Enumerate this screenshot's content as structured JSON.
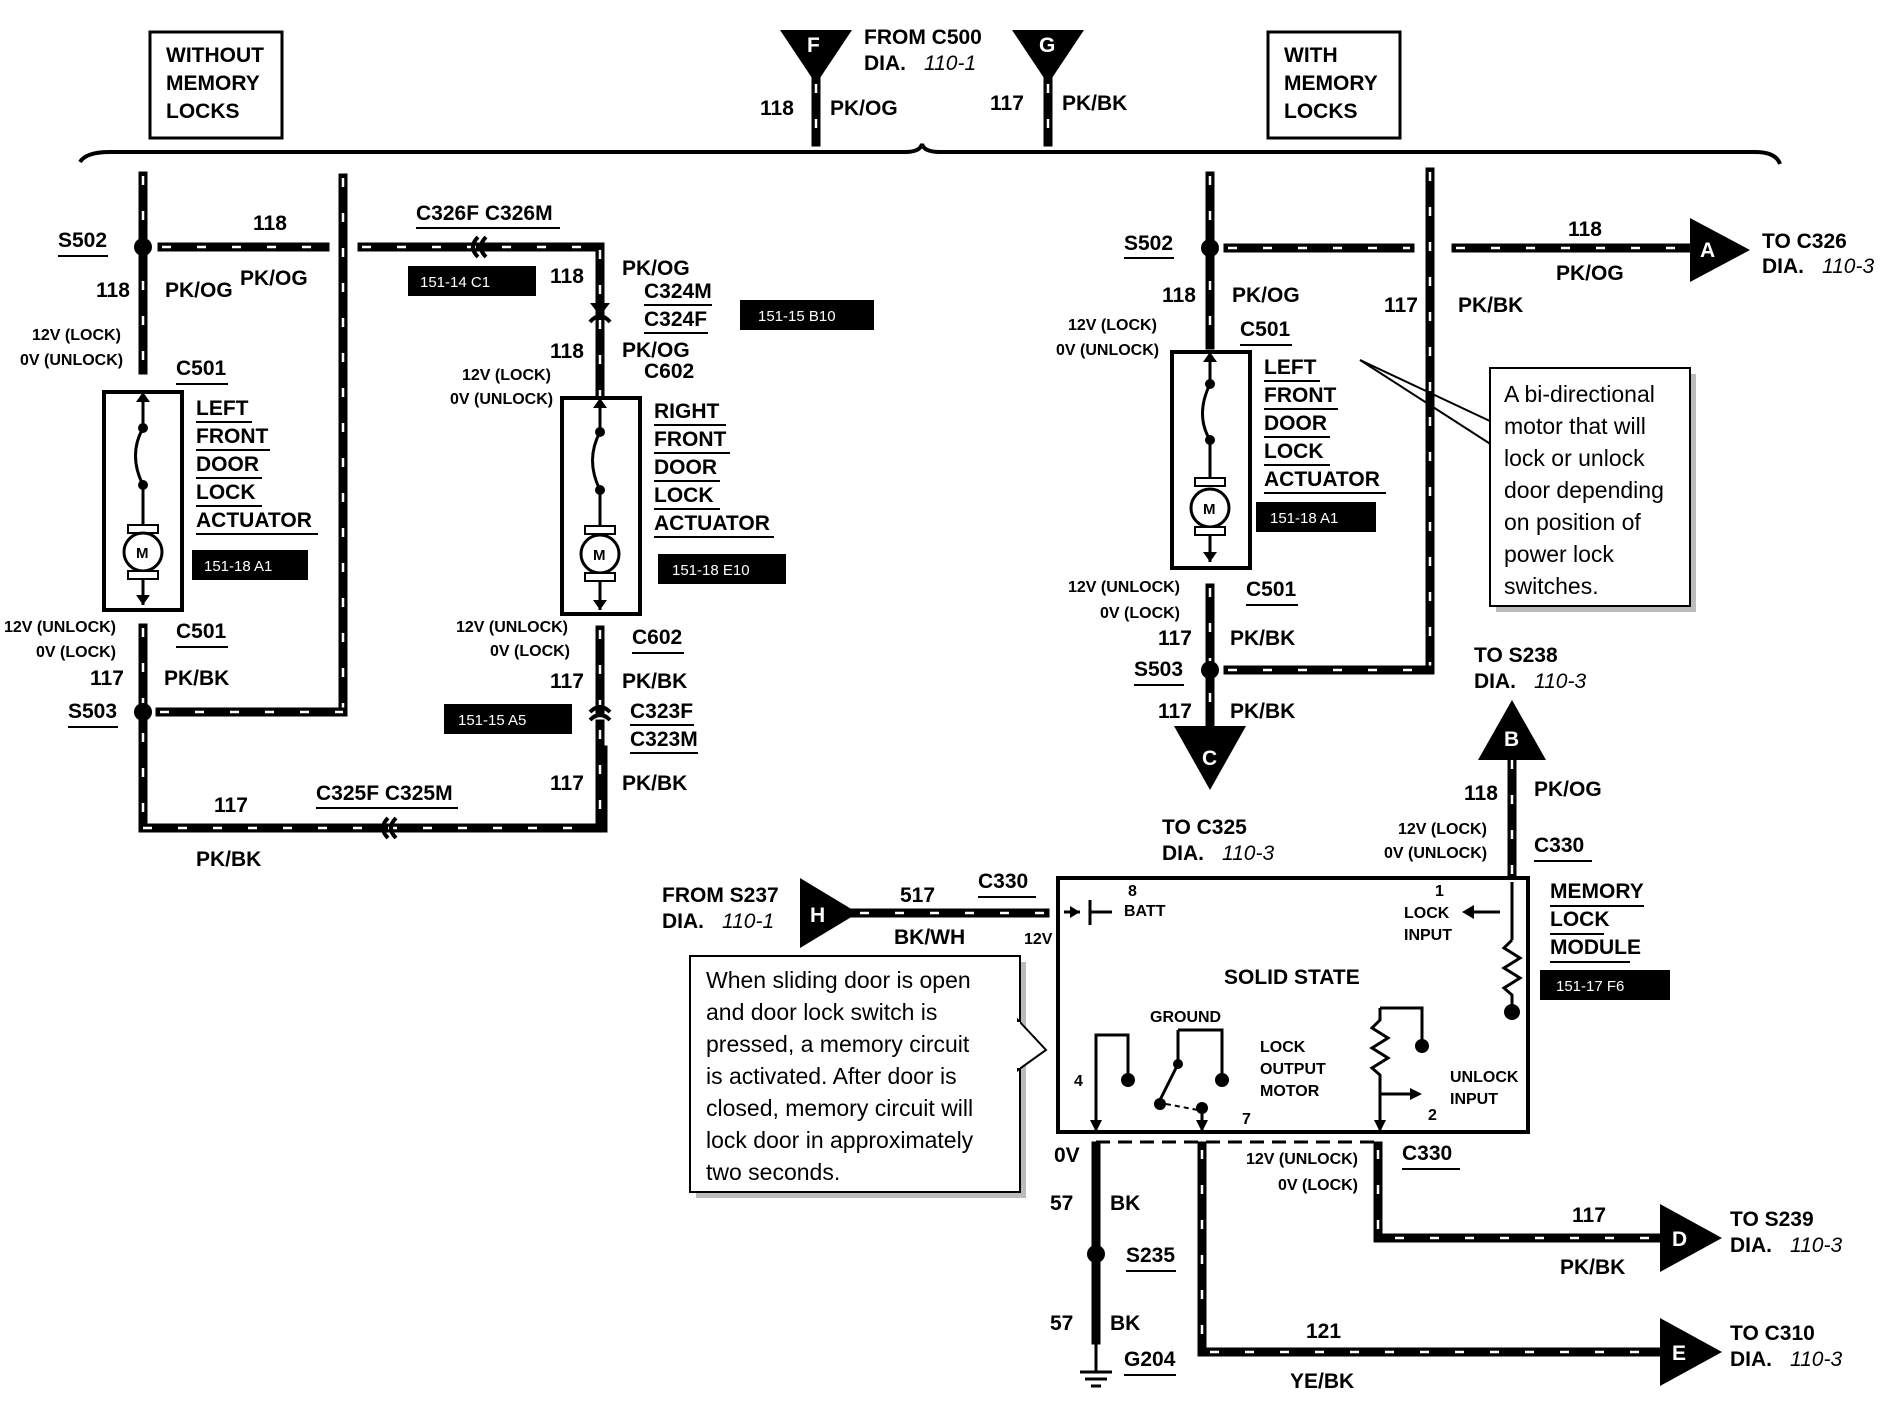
{
  "top_boxes": {
    "without": [
      "WITHOUT",
      "MEMORY",
      "LOCKS"
    ],
    "with": [
      "WITH",
      "MEMORY",
      "LOCKS"
    ]
  },
  "top_sources": {
    "from_c500": "FROM C500",
    "dia": "DIA.",
    "dia_num": "110-1",
    "f_letter": "F",
    "g_letter": "G",
    "c118": "118",
    "c118_color": "PK/OG",
    "c117": "117",
    "c117_color": "PK/BK"
  },
  "left": {
    "s502": "S502",
    "c118": "118",
    "pkog": "PK/OG",
    "lock12": "12V (LOCK)",
    "unlock0": "0V (UNLOCK)",
    "c501": "C501",
    "actuator": [
      "LEFT",
      "FRONT",
      "DOOR",
      "LOCK",
      "ACTUATOR"
    ],
    "tag_actuator": "151-18 A1",
    "unlock12": "12V (UNLOCK)",
    "lock0": "0V (LOCK)",
    "c117": "117",
    "pkbk": "PK/BK",
    "s503": "S503",
    "c326": "C326F C326M",
    "tag_c326": "151-14 C1",
    "c325": "C325F C325M"
  },
  "right_front": {
    "pkog": "PK/OG",
    "c324m": "C324M",
    "c324f": "C324F",
    "tag_c324": "151-15 B10",
    "c602": "C602",
    "actuator": [
      "RIGHT",
      "FRONT",
      "DOOR",
      "LOCK",
      "ACTUATOR"
    ],
    "tag_actuator": "151-18 E10",
    "c323f": "C323F",
    "c323m": "C323M",
    "tag_c323": "151-15 A5"
  },
  "memory_side": {
    "to_c326": "TO C326",
    "a_letter": "A",
    "dia_num3": "110-3",
    "callout": [
      "A bi-directional",
      "motor that will",
      "lock or unlock",
      "door depending",
      "on position of",
      "power lock",
      "switches."
    ],
    "to_s238": "TO S238",
    "b_letter": "B",
    "c_letter": "C",
    "to_c325": "TO C325",
    "from_s237": "FROM S237",
    "h_letter": "H",
    "c517": "517",
    "bkwh": "BK/WH",
    "c330": "C330",
    "v12": "12V",
    "module_title": [
      "MEMORY",
      "LOCK",
      "MODULE"
    ],
    "tag_module": "151-17 F6",
    "pin8": "8",
    "batt": "BATT",
    "pin1": "1",
    "lock_input": [
      "LOCK",
      "INPUT"
    ],
    "solid_state": "SOLID STATE",
    "ground": "GROUND",
    "lock_output": [
      "LOCK",
      "OUTPUT",
      "MOTOR"
    ],
    "unlock_input": [
      "UNLOCK",
      "INPUT"
    ],
    "pin4": "4",
    "pin7": "7",
    "pin2": "2",
    "note": [
      "When sliding door is open",
      "and door lock switch is",
      "pressed, a memory circuit",
      "is activated.  After door is",
      "closed, memory circuit will",
      "lock door in approximately",
      "two seconds."
    ],
    "v0": "0V",
    "c57": "57",
    "bk": "BK",
    "s235": "S235",
    "g204": "G204",
    "to_s239": "TO S239",
    "d_letter": "D",
    "c121": "121",
    "yebk": "YE/BK",
    "to_c310": "TO C310",
    "e_letter": "E"
  }
}
